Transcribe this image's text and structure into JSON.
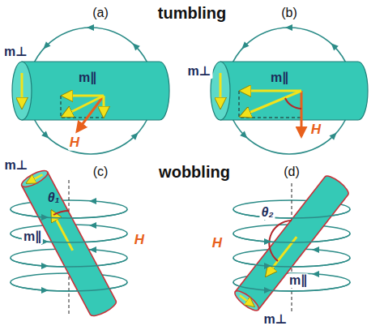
{
  "diagram": {
    "labels": [
      "tumbling",
      "(a)",
      "(b)",
      "m⊥",
      "m∥",
      "H",
      "m⊥",
      "m∥",
      "H",
      "wobbling",
      "(c)",
      "(d)",
      "m⊥",
      "θ₁",
      "m∥",
      "H",
      "θ₂",
      "H",
      "m∥",
      "m⊥"
    ]
  }
}
